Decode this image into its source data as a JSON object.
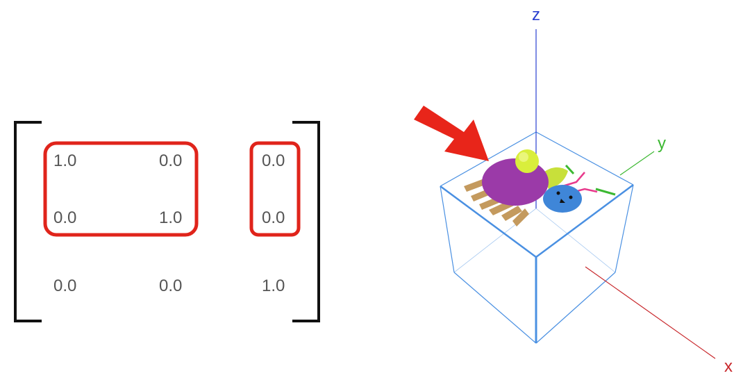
{
  "matrix": {
    "rows": [
      [
        "1.0",
        "0.0",
        "0.0"
      ],
      [
        "0.0",
        "1.0",
        "0.0"
      ],
      [
        "0.0",
        "0.0",
        "1.0"
      ]
    ],
    "highlight_color": "#e0241b"
  },
  "axes": {
    "z": {
      "label": "z",
      "color": "#2a3fd0"
    },
    "y": {
      "label": "y",
      "color": "#3cb832"
    },
    "x": {
      "label": "x",
      "color": "#c8272b"
    }
  },
  "cube": {
    "edge_color": "#4a90e2"
  },
  "arrow": {
    "color": "#e8251a"
  },
  "bug": {
    "body_color": "#9b3aa8",
    "head_color": "#3f86d8",
    "wing_color": "#c8e03a",
    "leg_color": "#c49a5e",
    "antenna_color": "#e83a8c"
  }
}
